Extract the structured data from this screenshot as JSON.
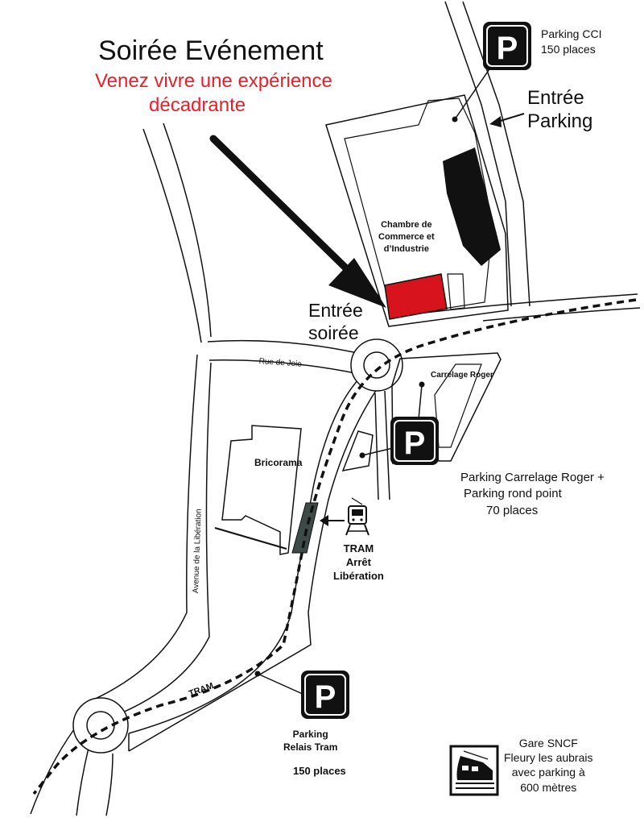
{
  "title": "Soirée Evénement",
  "tagline": [
    "Venez vivre une expérience",
    "décadrante"
  ],
  "parking_cci": {
    "label": "Parking CCI",
    "capacity": "150 places"
  },
  "entree_parking": [
    "Entrée",
    "Parking"
  ],
  "building": {
    "label": [
      "Chambre de",
      "Commerce et",
      "d’Industrie"
    ]
  },
  "entree_soiree": [
    "Entrée",
    "soirée"
  ],
  "streets": {
    "rue_de_joie": "Rue de Joie",
    "avenue": "Avenue de la Libération",
    "tram_line": "TRAM"
  },
  "carrelage_roger": "Carrelage Roger",
  "bricorama": "Bricorama",
  "parking_carrelage": [
    "Parking Carrelage Roger +",
    "Parking rond point",
    "70 places"
  ],
  "tram_stop": [
    "TRAM",
    "Arrêt",
    "Libération"
  ],
  "parking_relais": {
    "label": [
      "Parking",
      "Relais Tram"
    ],
    "capacity": "150 places"
  },
  "gare": [
    "Gare SNCF",
    "Fleury les aubrais",
    "avec parking à",
    "600 mètres"
  ],
  "parking_sign": "P",
  "icons": [
    "parking-sign-icon",
    "tram-icon",
    "train-icon",
    "pointer-arrow-icon"
  ],
  "colors": {
    "event_room": "#d7141e",
    "dark_building": "#111111",
    "tram_stop": "#3d4a47",
    "tagline": "#e8202a"
  }
}
